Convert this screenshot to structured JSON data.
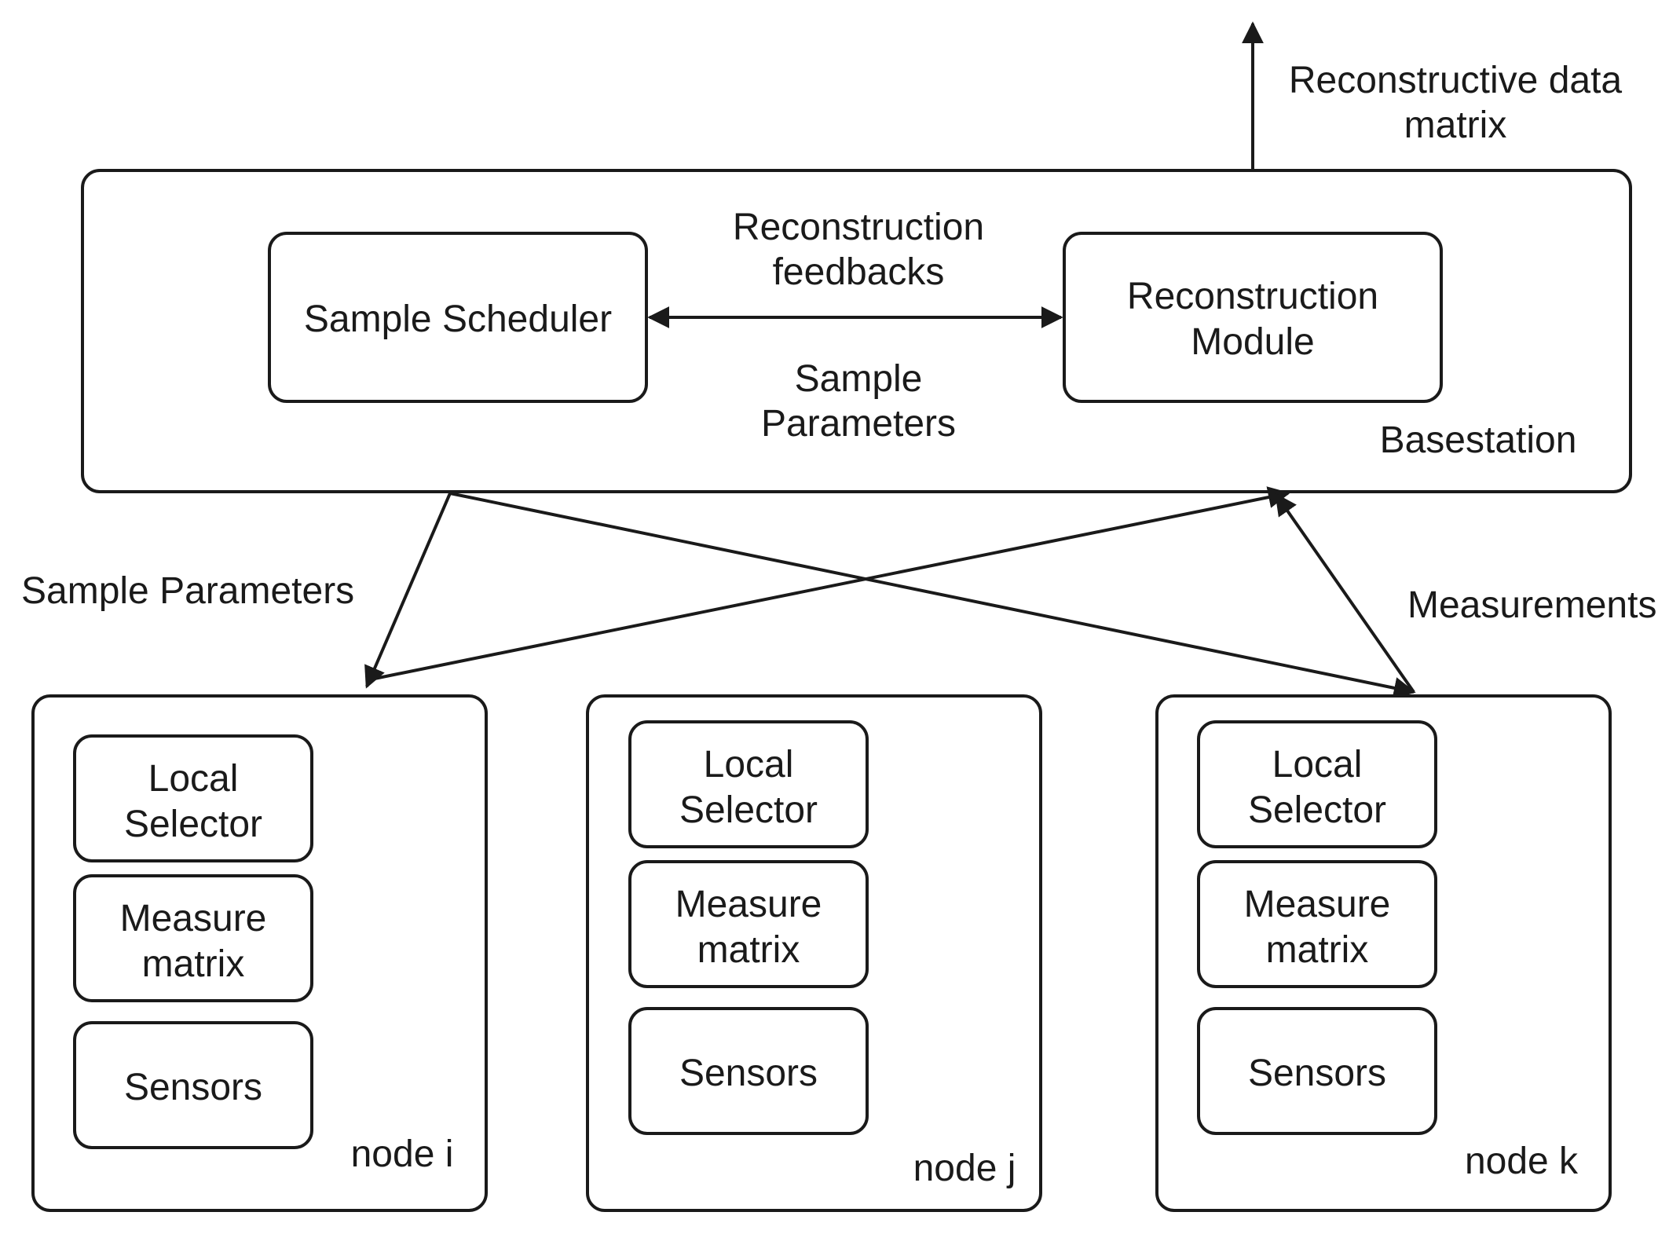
{
  "basestation": {
    "label": "Basestation",
    "sample_scheduler": "Sample Scheduler",
    "reconstruction_module": [
      "Reconstruction",
      "Module"
    ],
    "feedback_label": [
      "Reconstruction",
      "feedbacks"
    ],
    "parameters_label": [
      "Sample",
      "Parameters"
    ]
  },
  "output_label": [
    "Reconstructive data",
    "matrix"
  ],
  "edge_labels": {
    "sample_parameters": "Sample Parameters",
    "measurements": "Measurements"
  },
  "nodes": [
    {
      "label": "node i",
      "local_selector": [
        "Local",
        "Selector"
      ],
      "measure_matrix": [
        "Measure",
        "matrix"
      ],
      "sensors": "Sensors"
    },
    {
      "label": "node j",
      "local_selector": [
        "Local",
        "Selector"
      ],
      "measure_matrix": [
        "Measure",
        "matrix"
      ],
      "sensors": "Sensors"
    },
    {
      "label": "node k",
      "local_selector": [
        "Local",
        "Selector"
      ],
      "measure_matrix": [
        "Measure",
        "matrix"
      ],
      "sensors": "Sensors"
    }
  ]
}
